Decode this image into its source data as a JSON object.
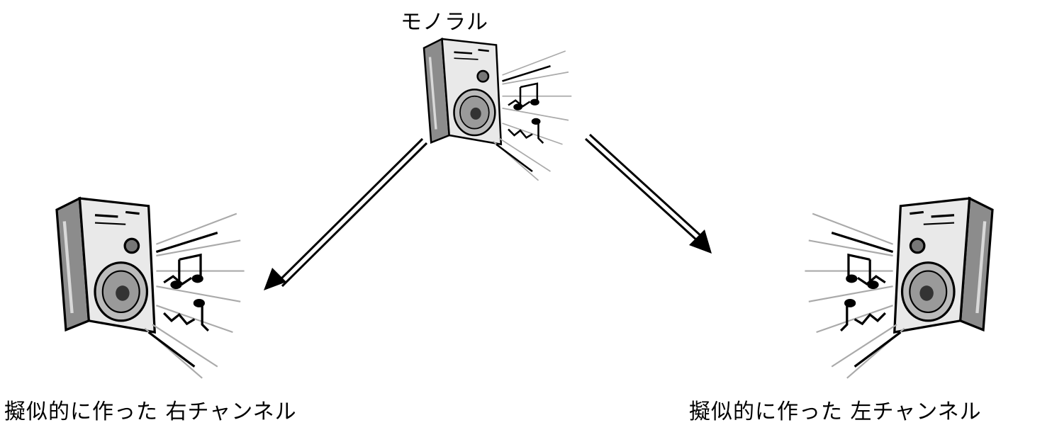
{
  "labels": {
    "mono": "モノラル",
    "right_channel": "擬似的に作った 右チャンネル",
    "left_channel": "擬似的に作った 左チャンネル"
  },
  "icons": {
    "speaker": "speaker-icon",
    "notes": "music-notes-icon",
    "arrow": "arrow-icon"
  }
}
